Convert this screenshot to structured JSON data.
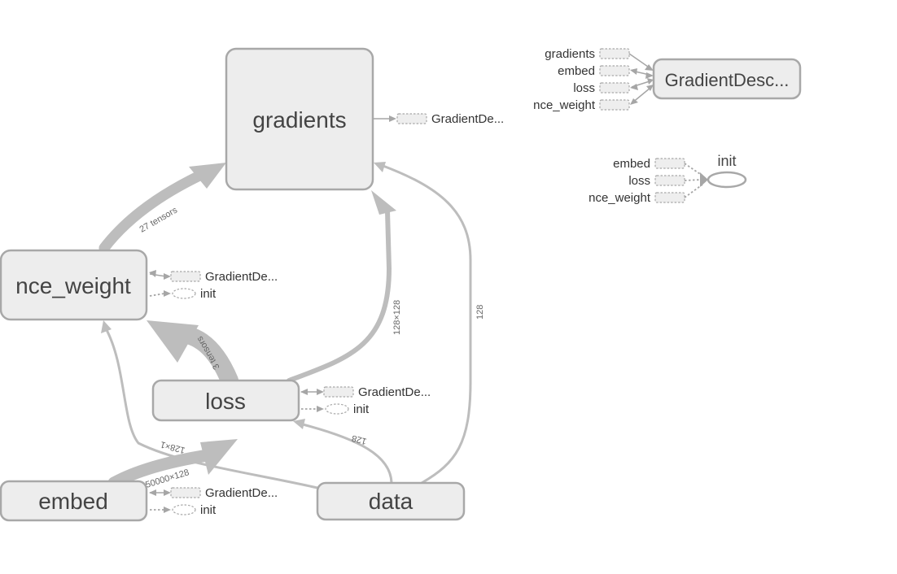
{
  "nodes": {
    "gradients": "gradients",
    "nce_weight": "nce_weight",
    "loss": "loss",
    "embed": "embed",
    "data": "data",
    "gradient_descent": "GradientDesc...",
    "init": "init"
  },
  "aux_labels": {
    "gradients_out": "GradientDe...",
    "nce_weight_grad": "GradientDe...",
    "nce_weight_init": "init",
    "loss_grad": "GradientDe...",
    "loss_init": "init",
    "embed_grad": "GradientDe...",
    "embed_init": "init"
  },
  "gd_inputs": [
    "gradients",
    "embed",
    "loss",
    "nce_weight"
  ],
  "init_inputs": [
    "embed",
    "loss",
    "nce_weight"
  ],
  "edge_labels": {
    "nce_to_gradients": "27 tensors",
    "loss_to_nce": "3 tensors",
    "loss_to_gradients": "128×128",
    "data_to_gradients": "128",
    "data_to_loss": "128",
    "data_to_nce": "128×1",
    "embed_to_loss": "50000×128"
  },
  "colors": {
    "node_fill": "#ededed",
    "node_stroke": "#a8a8a8",
    "edge": "#bdbdbd",
    "text": "#444444"
  }
}
